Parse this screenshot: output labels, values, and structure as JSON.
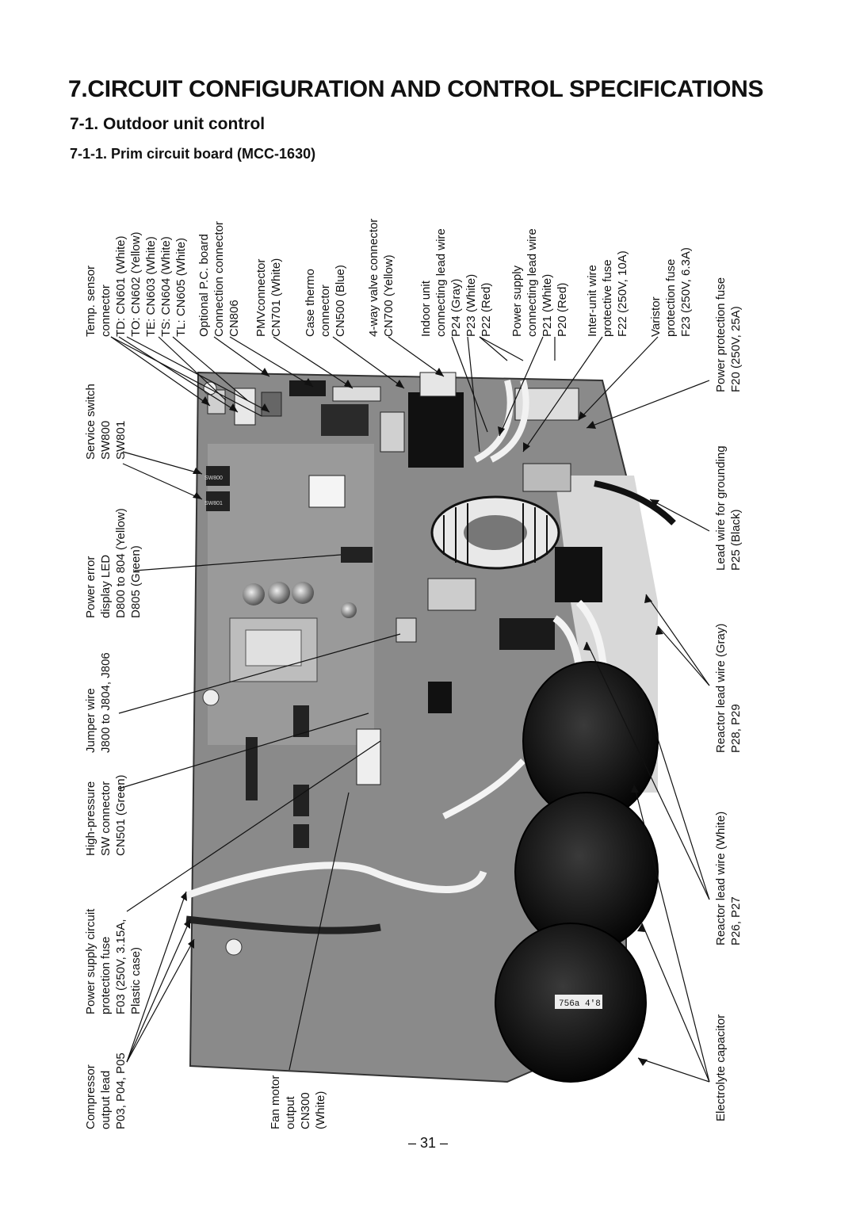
{
  "title": "7.CIRCUIT CONFIGURATION AND CONTROL SPECIFICATIONS",
  "section": "7-1. Outdoor unit control",
  "subsection": "7-1-1. Prim circuit board (MCC-1630)",
  "page_number": "– 31 –",
  "photo_text": {
    "sw800": "SW800",
    "sw801": "SW801",
    "cap_code": "756а 4'8"
  },
  "labels": {
    "temp_sensor": [
      "Temp. sensor",
      "connector",
      "TD: CN601 (White)",
      "TO: CN602 (Yellow)",
      "TE: CN603 (White)",
      "TS: CN604 (White)",
      "TL: CN605 (White)"
    ],
    "optional_pc": [
      "Optional P.C. board",
      "Connection connector",
      "CN806"
    ],
    "pmv": [
      "PMVconnector",
      "CN701 (White)"
    ],
    "case_thermo": [
      "Case thermo",
      "connector",
      "CN500 (Blue)"
    ],
    "four_way": [
      "4-way valve connector",
      "CN700 (Yellow)"
    ],
    "indoor_unit": [
      "Indoor unit",
      "connecting lead wire",
      "P24 (Gray)",
      "P23 (White)",
      "P22 (Red)"
    ],
    "power_supply": [
      "Power supply",
      "connecting lead wire",
      "P21 (White)",
      "P20 (Red)"
    ],
    "inter_unit": [
      "Inter-unit wire",
      "protective fuse",
      "F22 (250V, 10A)"
    ],
    "varistor": [
      "Varistor",
      "protection fuse",
      "F23 (250V, 6.3A)"
    ],
    "power_fuse": [
      "Power protection fuse",
      "F20 (250V, 25A)"
    ],
    "service_switch": [
      "Service switch",
      "SW800",
      "SW801"
    ],
    "lead_ground": [
      "Lead wire for grounding",
      "P25 (Black)"
    ],
    "power_error": [
      "Power error",
      "display LED",
      "D800 to 804 (Yellow)",
      "D805 (Green)"
    ],
    "jumper": [
      "Jumper wire",
      "J800 to J804, J806"
    ],
    "reactor_gray": [
      "Reactor lead wire (Gray)",
      "P28, P29"
    ],
    "high_pressure": [
      "High-pressure",
      "SW connector",
      "CN501 (Green)"
    ],
    "reactor_white": [
      "Reactor lead wire (White)",
      "P26, P27"
    ],
    "ps_fuse": [
      "Power supply circuit",
      "protection fuse",
      "F03 (250V, 3.15A,",
      "Plastic case)"
    ],
    "compressor": [
      "Compressor",
      "output lead",
      "P03, P04, P05"
    ],
    "electrolyte": [
      "Electrolyte capacitor"
    ],
    "fan_motor": [
      "Fan motor",
      "output",
      "CN300",
      "(White)"
    ]
  }
}
